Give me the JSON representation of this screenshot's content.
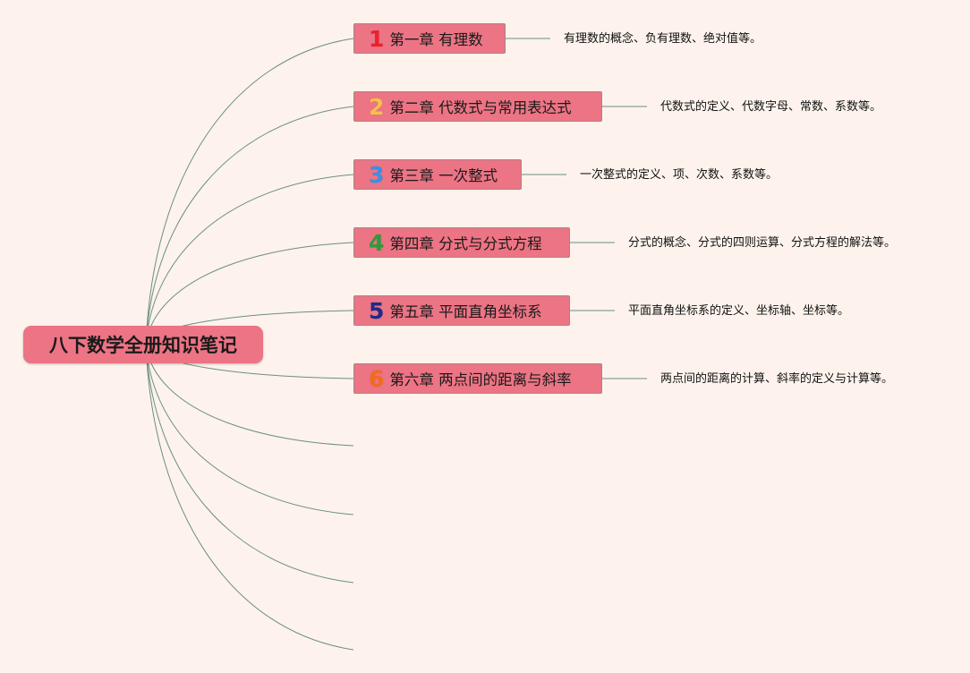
{
  "mindmap": {
    "root_label": "八下数学全册知识笔记",
    "chapters": [
      {
        "number": "1",
        "number_color": "#e8232f",
        "title": "第一章 有理数",
        "description": "有理数的概念、负有理数、绝对值等。"
      },
      {
        "number": "2",
        "number_color": "#f5c14a",
        "title": "第二章 代数式与常用表达式",
        "description": "代数式的定义、代数字母、常数、系数等。"
      },
      {
        "number": "3",
        "number_color": "#3a8ee6",
        "title": "第三章 一次整式",
        "description": "一次整式的定义、项、次数、系数等。"
      },
      {
        "number": "4",
        "number_color": "#2f9a3a",
        "title": "第四章 分式与分式方程",
        "description": "分式的概念、分式的四则运算、分式方程的解法等。"
      },
      {
        "number": "5",
        "number_color": "#1f2a8a",
        "title": "第五章 平面直角坐标系",
        "description": "平面直角坐标系的定义、坐标轴、坐标等。"
      },
      {
        "number": "6",
        "number_color": "#f26b1d",
        "title": "第六章 两点间的距离与斜率",
        "description": "两点间的距离的计算、斜率的定义与计算等。"
      }
    ],
    "line_color": "#6b8f7a"
  }
}
